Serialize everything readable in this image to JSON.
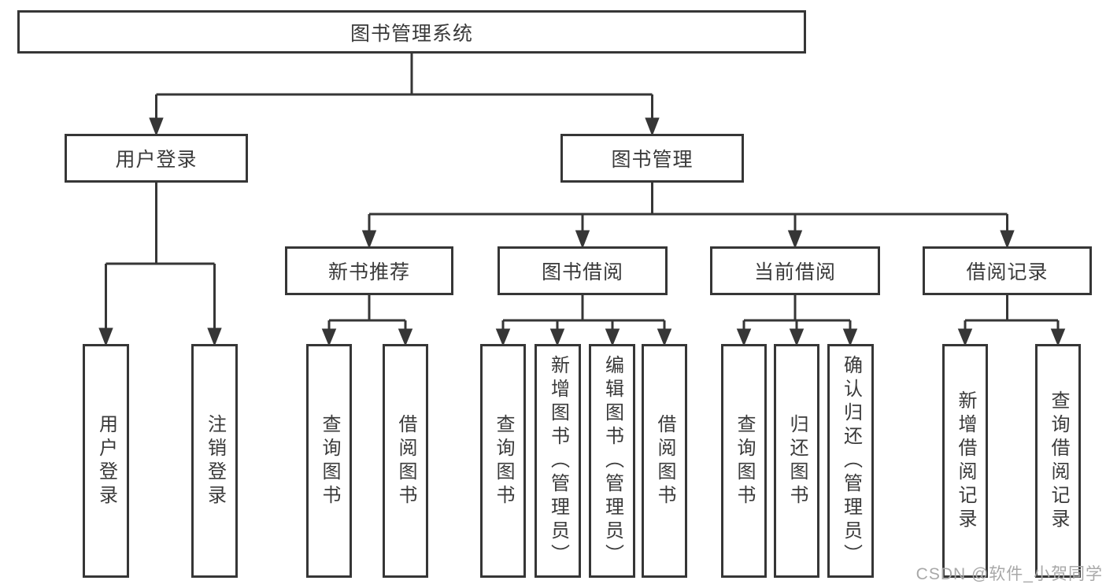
{
  "diagram": {
    "root": {
      "label": "图书管理系统"
    },
    "level2": {
      "user_login": {
        "label": "用户登录"
      },
      "book_mgmt": {
        "label": "图书管理"
      }
    },
    "level3": {
      "new_book_rec": {
        "label": "新书推荐"
      },
      "book_borrow": {
        "label": "图书借阅"
      },
      "current_borrow": {
        "label": "当前借阅"
      },
      "borrow_record": {
        "label": "借阅记录"
      }
    },
    "leaves": {
      "user_login_leaf": "用户登录",
      "logout": "注销登录",
      "rec_query_book": "查询图书",
      "rec_borrow_book": "借阅图书",
      "borrow_query_book": "查询图书",
      "borrow_add_book": "新增图书（管理员）",
      "borrow_edit_book": "编辑图书（管理员）",
      "borrow_borrow_book": "借阅图书",
      "cur_query_book": "查询图书",
      "cur_return_book": "归还图书",
      "cur_confirm_return": "确认归还（管理员）",
      "record_add_record": "新增借阅记录",
      "record_query_record": "查询借阅记录"
    },
    "watermark": "CSDN @软件_小贺同学",
    "colors": {
      "line": "#363636",
      "text": "#3a3a3a",
      "watermark": "#a8a8a8",
      "background": "#ffffff"
    }
  }
}
